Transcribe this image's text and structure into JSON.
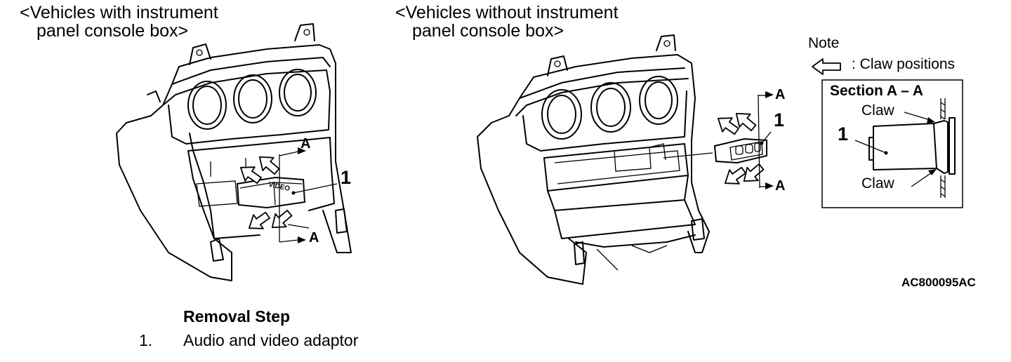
{
  "left_heading": {
    "line1": "<Vehicles with instrument",
    "line2": "panel console box>"
  },
  "right_heading": {
    "line1": "<Vehicles without instrument",
    "line2": "panel console box>"
  },
  "note": {
    "label": "Note",
    "legend_text": ": Claw positions"
  },
  "section": {
    "title": "Section A – A",
    "claw_top": "Claw",
    "claw_bottom": "Claw",
    "callout": "1"
  },
  "left_figure": {
    "callout": "1",
    "section_top": "A",
    "section_bottom": "A",
    "adaptor_label": "VIDEO"
  },
  "right_figure": {
    "callout": "1",
    "section_top": "A",
    "section_bottom": "A"
  },
  "figure_code": "AC800095AC",
  "removal": {
    "title": "Removal Step",
    "steps": [
      {
        "num": "1.",
        "text": "Audio and video adaptor"
      }
    ]
  }
}
